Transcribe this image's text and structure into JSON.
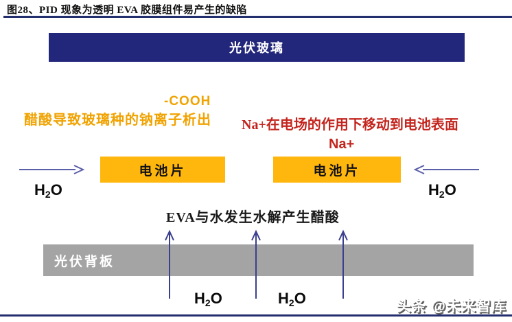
{
  "header": {
    "title": "图28、PID 现象为透明 EVA 胶膜组件易产生的缺陷"
  },
  "layers": {
    "glass_label": "光伏玻璃",
    "backsheet_label": "光伏背板",
    "cell_left_label": "电池片",
    "cell_right_label": "电池片"
  },
  "annotations": {
    "cooh": "-COOH",
    "acetic": "醋酸导致玻璃种的钠离子析出",
    "na_migration": "Na+在电场的作用下移动到电池表面",
    "na_ion": "Na+",
    "hydrolysis": "EVA与水发生水解产生醋酸"
  },
  "h2o": {
    "h": "H",
    "sub": "2",
    "o": "O"
  },
  "watermark": "头条 @未来智库",
  "colors": {
    "navy_bar": "#23277b",
    "rule_navy": "#232e6e",
    "cell_orange": "#ffb60d",
    "backsheet_gray": "#a4a4a4",
    "gold_text": "#f0a302",
    "red_text": "#c3251e",
    "horizontal_arrow": "#5a5fa8",
    "vertical_arrow": "#3a3f8e"
  }
}
